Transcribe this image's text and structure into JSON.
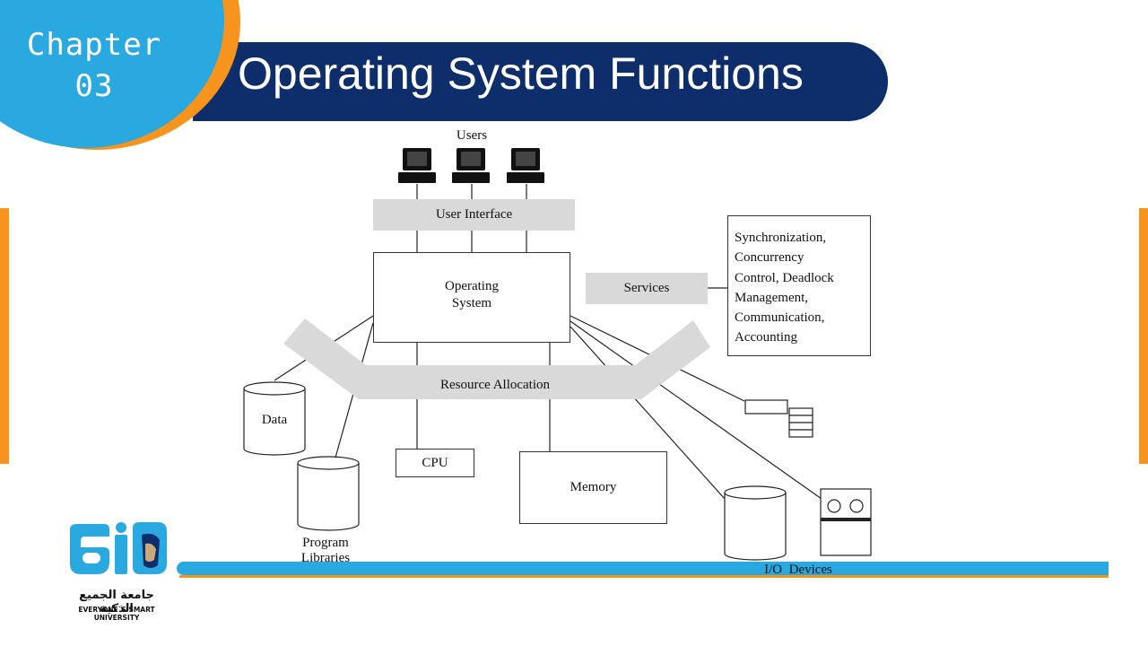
{
  "header": {
    "chapter_word": "Chapter",
    "chapter_number": "03",
    "title": "Operating System Functions"
  },
  "diagram": {
    "users_label": "Users",
    "user_interface_label": "User Interface",
    "os_label_line1": "Operating",
    "os_label_line2": "System",
    "services_label": "Services",
    "services_details": [
      "Synchronization,",
      "Concurrency",
      "Control, Deadlock",
      "Management,",
      "Communication,",
      "Accounting"
    ],
    "resource_allocation_label": "Resource Allocation",
    "data_label": "Data",
    "program_libraries_line1": "Program",
    "program_libraries_line2": "Libraries",
    "cpu_label": "CPU",
    "memory_label": "Memory",
    "io_devices_label": "I/O  Devices"
  },
  "logo": {
    "arabic_name": "جامعة الجميع الذكية",
    "tagline": "EVERYONE`S SMART UNIVERSITY"
  },
  "colors": {
    "accent_blue": "#2aa8e0",
    "navy": "#0e2d6b",
    "orange": "#f7941d",
    "diagram_gray": "#d9d9d9"
  }
}
